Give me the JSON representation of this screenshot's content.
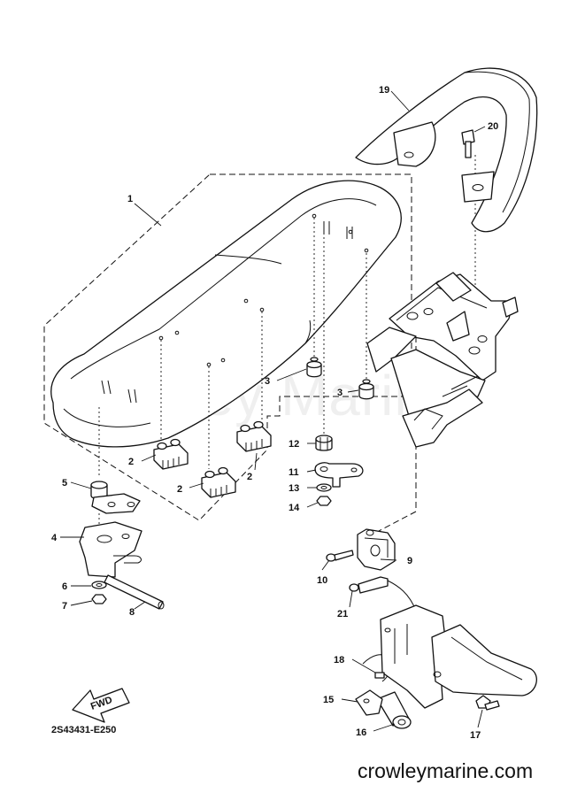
{
  "watermark": "Crowley Marine",
  "diagram_code": "2S43431-E250",
  "website": "crowleymarine.com",
  "forward_label": "FWD",
  "callouts": [
    "1",
    "2",
    "2",
    "2",
    "3",
    "3",
    "4",
    "5",
    "6",
    "7",
    "8",
    "9",
    "10",
    "11",
    "12",
    "13",
    "14",
    "15",
    "16",
    "17",
    "18",
    "19",
    "20",
    "21"
  ]
}
